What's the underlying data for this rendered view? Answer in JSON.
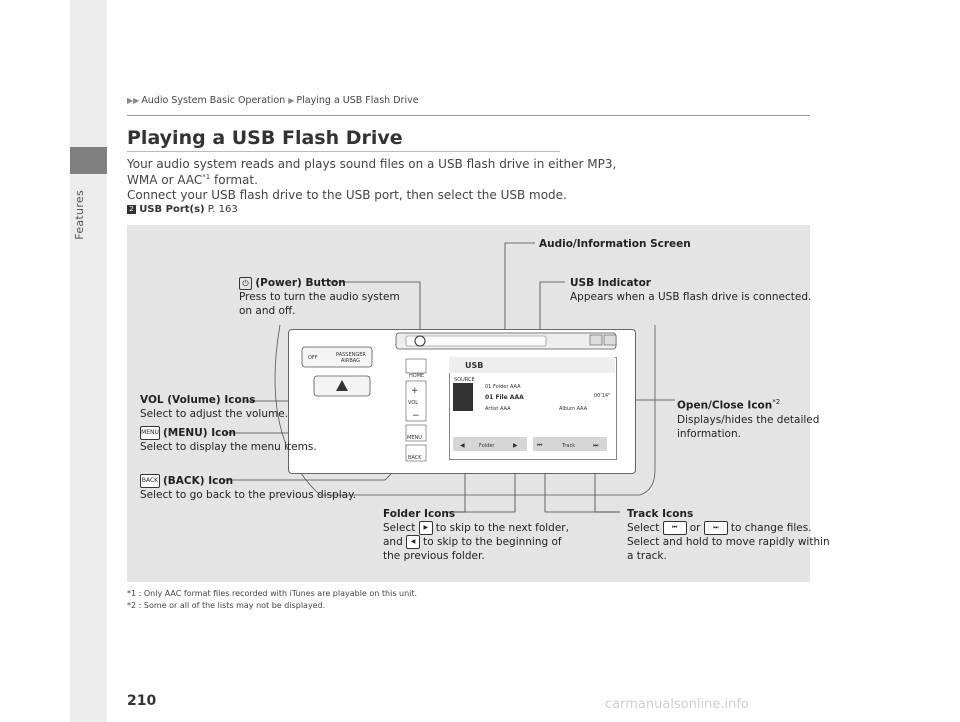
{
  "sidebar": {
    "label": "Features"
  },
  "breadcrumb": {
    "part1": "Audio System Basic Operation",
    "part2": "Playing a USB Flash Drive"
  },
  "page": {
    "title": "Playing a USB Flash Drive",
    "para1_line1": "Your audio system reads and plays sound files on a USB flash drive in either MP3,",
    "para1_line2": "WMA or AAC",
    "para1_line2_sup": "*1",
    "para1_line2_end": " format.",
    "para2": "Connect your USB flash drive to the USB port, then select the USB mode.",
    "xref_label": "USB Port(s)",
    "xref_page": " P. 163",
    "number": "210"
  },
  "callouts": {
    "audio_screen": "Audio/Information Screen",
    "power_title": "(Power) Button",
    "power_desc1": "Press to turn the audio system",
    "power_desc2": "on and off.",
    "usb_title": "USB Indicator",
    "usb_desc": "Appears when a USB flash drive is connected.",
    "vol_title": "VOL (Volume) Icons",
    "vol_desc": "Select to adjust the volume.",
    "menu_title": "(MENU) Icon",
    "menu_desc": "Select to display the menu items.",
    "back_title": "(BACK) Icon",
    "back_desc": "Select to go back to the previous display.",
    "open_title": "Open/Close Icon",
    "open_sup": "*2",
    "open_desc1": "Displays/hides the detailed",
    "open_desc2": "information.",
    "folder_title": "Folder Icons",
    "folder_desc1a": "Select",
    "folder_desc1b": "to skip to the next folder,",
    "folder_desc2a": "and",
    "folder_desc2b": "to skip to the beginning of",
    "folder_desc3": "the previous folder.",
    "track_title": "Track Icons",
    "track_desc1a": "Select",
    "track_desc1b": "or",
    "track_desc1c": "to change files.",
    "track_desc2": "Select and hold to move rapidly within",
    "track_desc3": "a track."
  },
  "icons": {
    "menu": "MENU",
    "back": "BACK"
  },
  "device": {
    "usb": "USB",
    "source": "SOURCE",
    "folder_line": "01 Folder AAA",
    "file_line": "01  File AAA",
    "artist": "Artist AAA",
    "album": "Album AAA",
    "time": "00'14\"",
    "folder_btn": "Folder",
    "track_btn": "Track",
    "home": "HOME",
    "vol": "VOL",
    "menu": "MENU",
    "back": "BACK",
    "passenger": "PASSENGER",
    "airbag": "AIRBAG",
    "off": "OFF"
  },
  "footnotes": {
    "f1": "*1 : Only AAC format files recorded with iTunes are playable on this unit.",
    "f2": "*2 : Some or all of the lists may not be displayed."
  },
  "watermark": "carmanualsonline.info"
}
